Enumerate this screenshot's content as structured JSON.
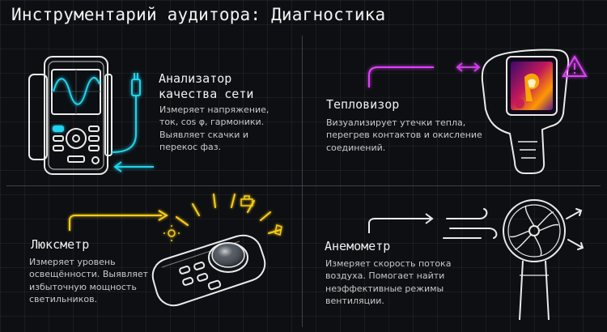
{
  "title": "Инструментарий аудитора: Диагностика",
  "colors": {
    "accent_cyan": "#22d3ee",
    "accent_magenta": "#e040fb",
    "accent_yellow": "#facc15",
    "text_light": "#f0f0f0"
  },
  "panels": {
    "analyzer": {
      "heading_lines": [
        "Анализатор",
        "качества сети"
      ],
      "desc_lines": [
        "Измеряет напряжение,",
        "ток, cos φ, гармоники.",
        "Выявляет скачки и",
        "перекос фаз."
      ],
      "icon": "power-quality-analyzer-icon"
    },
    "thermal": {
      "heading": "Тепловизор",
      "desc_lines": [
        "Визуализирует утечки тепла,",
        "перегрев контактов и окисление",
        "соединений."
      ],
      "icon": "thermal-camera-icon"
    },
    "lux": {
      "heading": "Люксметр",
      "desc_lines": [
        "Измеряет уровень",
        "освещённости. Выявляет",
        "избыточную мощность",
        "светильников."
      ],
      "icon": "lux-meter-icon"
    },
    "anemo": {
      "heading": "Анемометр",
      "desc_lines": [
        "Измеряет скорость потока",
        "воздуха. Помогает найти",
        "неэффективные режимы",
        "вентиляции."
      ],
      "icon": "anemometer-icon"
    }
  }
}
